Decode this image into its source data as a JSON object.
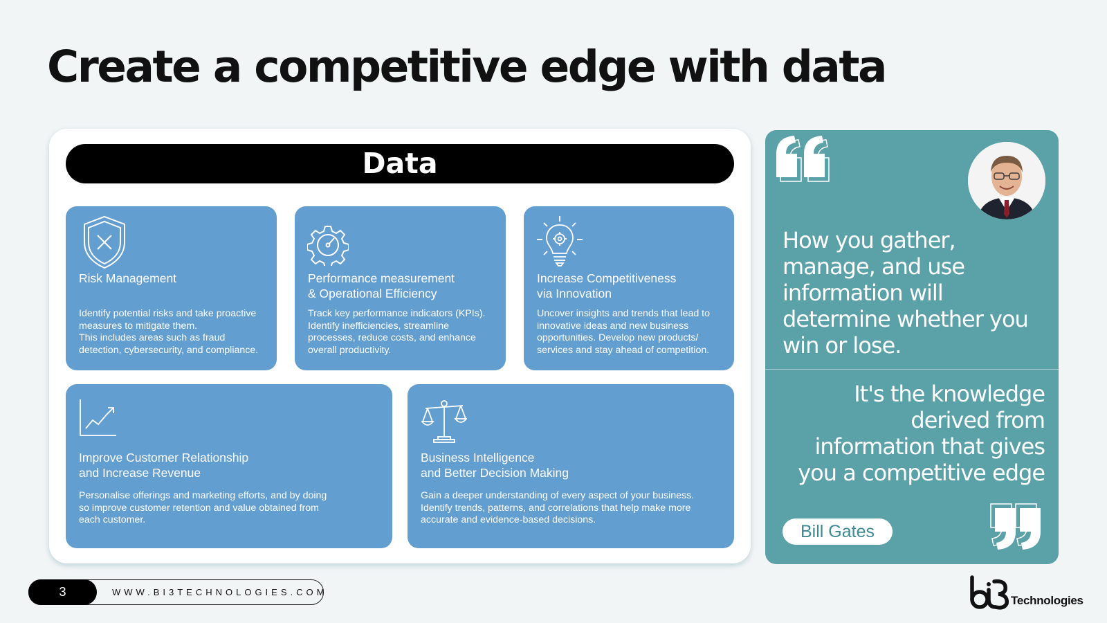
{
  "slide": {
    "title": "Create a competitive edge with data"
  },
  "data_panel": {
    "header": "Data",
    "cards": [
      {
        "icon": "shield-x-icon",
        "title": "Risk Management",
        "description": "Identify potential risks and take proactive\nmeasures to mitigate them.\nThis includes areas such as fraud\ndetection, cybersecurity, and compliance."
      },
      {
        "icon": "gear-gauge-icon",
        "title": "Performance measurement\n& Operational Efficiency",
        "description": "Track key performance indicators (KPIs).\nIdentify inefficiencies, streamline\nprocesses, reduce costs, and enhance\noverall productivity."
      },
      {
        "icon": "lightbulb-gear-icon",
        "title": "Increase Competitiveness\nvia Innovation",
        "description": "Uncover insights and trends that lead to\ninnovative ideas and new business\nopportunities. Develop new products/\nservices and stay ahead of competition."
      },
      {
        "icon": "growth-chart-icon",
        "title": "Improve Customer Relationship\nand Increase Revenue",
        "description": "Personalise offerings and marketing efforts, and by doing\nso improve customer retention and value obtained from\neach customer."
      },
      {
        "icon": "balance-scale-icon",
        "title": "Business Intelligence\nand Better Decision Making",
        "description": "Gain a deeper understanding of every aspect of your business.\nIdentify trends, patterns, and correlations that help make more\naccurate and evidence-based decisions."
      }
    ]
  },
  "quote": {
    "part1": "How you gather,\nmanage, and use\ninformation will\ndetermine whether you\nwin or lose.",
    "part2": "It's the knowledge\nderived from\ninformation that gives\nyou a competitive edge",
    "author": "Bill Gates",
    "open_icon": "open-quote-icon",
    "close_icon": "close-quote-icon",
    "avatar_icon": "portrait-avatar"
  },
  "footer": {
    "page_number": "3",
    "website": "WWW.BI3TECHNOLOGIES.COM",
    "logo_text": "Technologies",
    "logo_icon": "bi3-logo-icon"
  },
  "colors": {
    "background": "#f2f5f6",
    "card_blue": "#639ed1",
    "quote_teal": "#5aa1a8",
    "black": "#000000"
  }
}
